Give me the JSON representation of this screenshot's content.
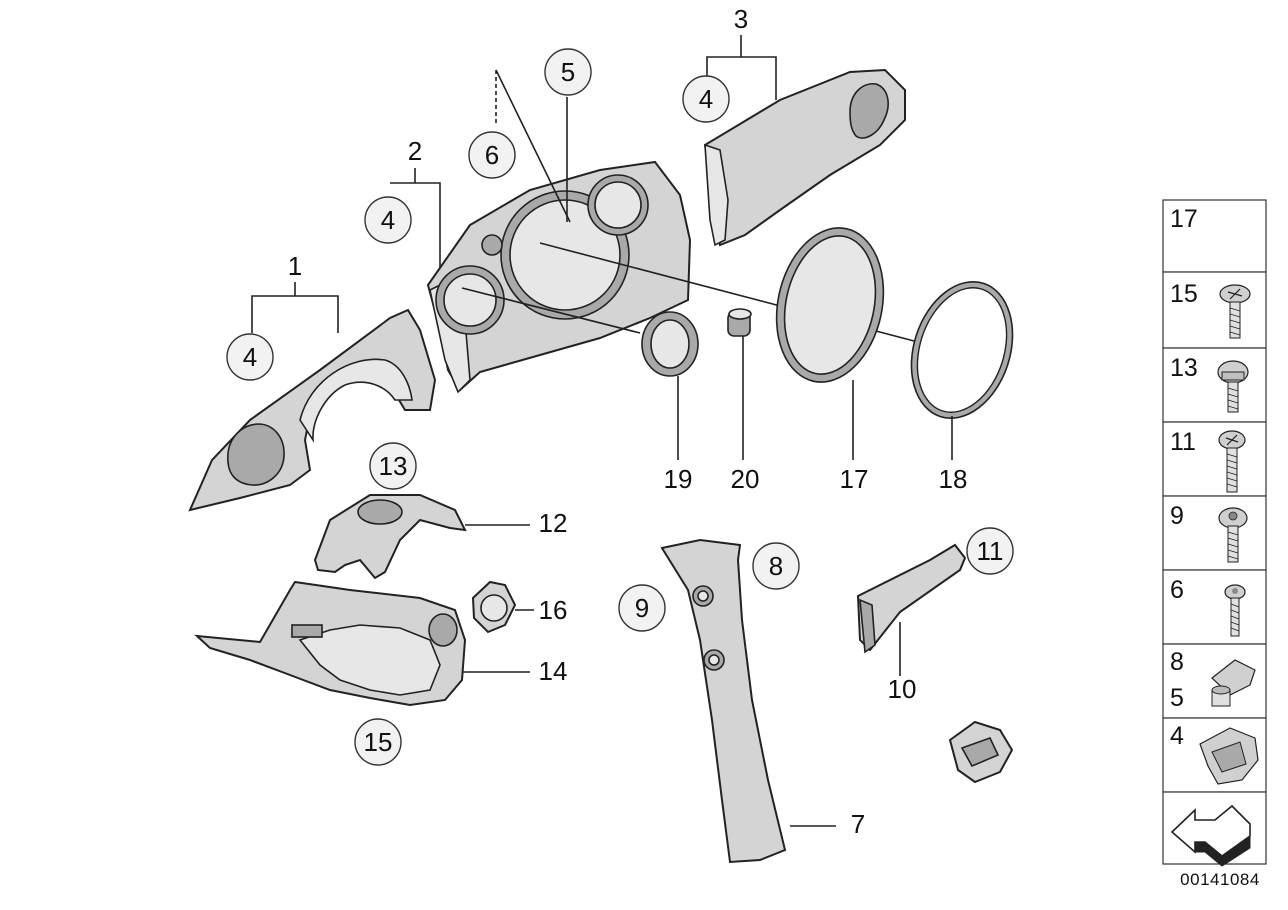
{
  "diagram_code": "00141084",
  "part_labels": [
    "1",
    "2",
    "3",
    "7",
    "10",
    "12",
    "14",
    "16",
    "17",
    "18",
    "19",
    "20"
  ],
  "callout_labels": [
    "4",
    "4",
    "4",
    "5",
    "6",
    "8",
    "9",
    "11",
    "13",
    "15"
  ],
  "legend": {
    "items": [
      {
        "number": "17",
        "icon": "blank",
        "second": ""
      },
      {
        "number": "15",
        "icon": "phillips-screw-icon",
        "second": ""
      },
      {
        "number": "13",
        "icon": "collar-screw-icon",
        "second": ""
      },
      {
        "number": "11",
        "icon": "phillips-screw-long-icon",
        "second": ""
      },
      {
        "number": "9",
        "icon": "socket-screw-icon",
        "second": ""
      },
      {
        "number": "6",
        "icon": "washer-screw-icon",
        "second": ""
      },
      {
        "number": "8",
        "icon": "spring-nut-icon",
        "second": "5"
      },
      {
        "number": "4",
        "icon": "clip-icon",
        "second": ""
      },
      {
        "number": "",
        "icon": "direction-arrow-icon",
        "second": ""
      }
    ]
  },
  "colors": {
    "part_fill": "#d4d4d4",
    "part_shadow": "#a9a9a9",
    "stroke": "#222222",
    "callout_fill": "#f2f2f2"
  }
}
